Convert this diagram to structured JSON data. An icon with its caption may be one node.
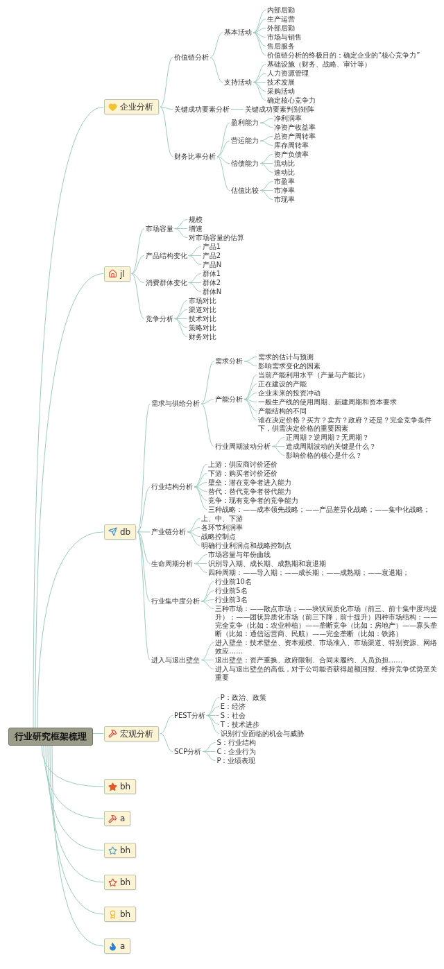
{
  "diagram": {
    "nodes": [
      {
        "text": [
          "行业研究框架梳理"
        ]
      },
      {
        "text": [
          "企业分析"
        ]
      },
      {
        "text": [
          "价值链分析"
        ]
      },
      {
        "text": [
          "基本活动"
        ]
      },
      {
        "text": [
          "内部后勤"
        ]
      },
      {
        "text": [
          "生产运营"
        ]
      },
      {
        "text": [
          "外部后勤"
        ]
      },
      {
        "text": [
          "市场与销售"
        ]
      },
      {
        "text": [
          "售后服务"
        ]
      },
      {
        "text": [
          "价值链分析的终极目的：确定企业的“核心竞争力”"
        ]
      },
      {
        "text": [
          "支持活动"
        ]
      },
      {
        "text": [
          "基础设施（财务、战略、审计等）"
        ]
      },
      {
        "text": [
          "人力资源管理"
        ]
      },
      {
        "text": [
          "技术发展"
        ]
      },
      {
        "text": [
          "采购活动"
        ]
      },
      {
        "text": [
          "确定核心竞争力"
        ]
      },
      {
        "text": [
          "关键成功要素分析"
        ]
      },
      {
        "text": [
          "关键成功要素判别矩阵"
        ]
      },
      {
        "text": [
          "财务比率分析"
        ]
      },
      {
        "text": [
          "盈利能力"
        ]
      },
      {
        "text": [
          "净利润率"
        ]
      },
      {
        "text": [
          "净资产收益率"
        ]
      },
      {
        "text": [
          "营运能力"
        ]
      },
      {
        "text": [
          "总资产周转率"
        ]
      },
      {
        "text": [
          "库存周转率"
        ]
      },
      {
        "text": [
          "偿债能力"
        ]
      },
      {
        "text": [
          "资产负债率"
        ]
      },
      {
        "text": [
          "流动比"
        ]
      },
      {
        "text": [
          "速动比"
        ]
      },
      {
        "text": [
          "估值比较"
        ]
      },
      {
        "text": [
          "市盈率"
        ]
      },
      {
        "text": [
          "市净率"
        ]
      },
      {
        "text": [
          "市现率"
        ]
      },
      {
        "text": [
          "jl"
        ]
      },
      {
        "text": [
          "市场容量"
        ]
      },
      {
        "text": [
          "规模"
        ]
      },
      {
        "text": [
          "增速"
        ]
      },
      {
        "text": [
          "对市场容量的估算"
        ]
      },
      {
        "text": [
          "产品结构变化"
        ]
      },
      {
        "text": [
          "产品1"
        ]
      },
      {
        "text": [
          "产品2"
        ]
      },
      {
        "text": [
          "产品N"
        ]
      },
      {
        "text": [
          "消费群体变化"
        ]
      },
      {
        "text": [
          "群体1"
        ]
      },
      {
        "text": [
          "群体2"
        ]
      },
      {
        "text": [
          "群体N"
        ]
      },
      {
        "text": [
          "竞争分析"
        ]
      },
      {
        "text": [
          "市场对比"
        ]
      },
      {
        "text": [
          "渠道对比"
        ]
      },
      {
        "text": [
          "技术对比"
        ]
      },
      {
        "text": [
          "策略对比"
        ]
      },
      {
        "text": [
          "财务对比"
        ]
      },
      {
        "text": [
          "db"
        ]
      },
      {
        "text": [
          "需求与供给分析"
        ]
      },
      {
        "text": [
          "需求分析"
        ]
      },
      {
        "text": [
          "需求的估计与预测"
        ]
      },
      {
        "text": [
          "影响需求变化的因素"
        ]
      },
      {
        "text": [
          "产能分析"
        ]
      },
      {
        "text": [
          "当前产能利用水平（产量与产能比）"
        ]
      },
      {
        "text": [
          "正在建设的产能"
        ]
      },
      {
        "text": [
          "企业未来的投资冲动"
        ]
      },
      {
        "text": [
          "一般生产线的使用周期、新建周期和资本要求"
        ]
      },
      {
        "text": [
          "产能结构的不同"
        ]
      },
      {
        "text": [
          "谁在决定价格？买方？卖方？政府？还是？完全竞争条件下，供需决定价格的重要因素"
        ]
      },
      {
        "text": [
          "行业周期波动分析"
        ]
      },
      {
        "text": [
          "正周期？逆周期？无周期？"
        ]
      },
      {
        "text": [
          "造成周期波动的关键是什么？"
        ]
      },
      {
        "text": [
          "影响价格的核心是什么？"
        ]
      },
      {
        "text": [
          "行业结构分析"
        ]
      },
      {
        "text": [
          "上游：供应商讨价还价"
        ]
      },
      {
        "text": [
          "下游：购买者讨价还价"
        ]
      },
      {
        "text": [
          "壁垒：潜在竞争者进入能力"
        ]
      },
      {
        "text": [
          "替代：替代竞争者替代能力"
        ]
      },
      {
        "text": [
          "竞争：现有竞争者的竞争能力"
        ]
      },
      {
        "text": [
          "三种战略：——成本领先战略；——产品差异化战略；——集中化战略；"
        ]
      },
      {
        "text": [
          "产业链分析"
        ]
      },
      {
        "text": [
          "上、中、下游"
        ]
      },
      {
        "text": [
          "各环节利润率"
        ]
      },
      {
        "text": [
          "战略控制点"
        ]
      },
      {
        "text": [
          "明确行业利润点和战略控制点"
        ]
      },
      {
        "text": [
          "生命周期分析"
        ]
      },
      {
        "text": [
          "市场容量与年份曲线"
        ]
      },
      {
        "text": [
          "识别导入期、成长期、成熟期和衰退期"
        ]
      },
      {
        "text": [
          "四种周期：——导入期；——成长期；——成熟期；——衰退期；"
        ]
      },
      {
        "text": [
          "行业集中度分析"
        ]
      },
      {
        "text": [
          "行业前10名"
        ]
      },
      {
        "text": [
          "行业前5名"
        ]
      },
      {
        "text": [
          "行业前3名"
        ]
      },
      {
        "text": [
          "三种市场：——散点市场；——块状同质化市场（前三、前十集中度均提升）；——团状异质化市场（前三下降，前十提升）四种市场结构：——完全竞争（比如：农业种植）——垄断竞争（比如：房地产）——寡头垄断（比如：通信运营商、民航）——完全垄断（比如：铁路）"
        ]
      },
      {
        "text": [
          "进入与退出壁垒"
        ]
      },
      {
        "text": [
          "进入壁垒：技术壁垒、资本规模、市场准入、市场渠道、特别资源、网络效应……"
        ]
      },
      {
        "text": [
          "退出壁垒：资产重换、政府限制、合同未履约、人员负担……"
        ]
      },
      {
        "text": [
          "进入与退出壁垒的高低，对于公司能否获得超额回报、维持竞争优势至关重要"
        ]
      },
      {
        "text": [
          "宏观分析"
        ]
      },
      {
        "text": [
          "PEST分析"
        ]
      },
      {
        "text": [
          "P：政治、政策"
        ]
      },
      {
        "text": [
          "E：经济"
        ]
      },
      {
        "text": [
          "S：社会"
        ]
      },
      {
        "text": [
          "T：技术进步"
        ]
      },
      {
        "text": [
          "识别行业面临的机会与威胁"
        ]
      },
      {
        "text": [
          "SCP分析"
        ]
      },
      {
        "text": [
          "S：行业结构"
        ]
      },
      {
        "text": [
          "C：企业行为"
        ]
      },
      {
        "text": [
          "P：业绩表现"
        ]
      },
      {
        "text": [
          "bh"
        ]
      },
      {
        "text": [
          "a"
        ]
      },
      {
        "text": [
          "bh"
        ]
      },
      {
        "text": [
          "bh"
        ]
      },
      {
        "text": [
          "bh"
        ]
      },
      {
        "text": [
          "a"
        ]
      }
    ],
    "edges": [
      {
        "from": 0,
        "to": 1,
        "arrow": "none"
      },
      {
        "from": 1,
        "to": 2,
        "arrow": "none"
      },
      {
        "from": 2,
        "to": 3,
        "arrow": "none"
      },
      {
        "from": 3,
        "to": 4,
        "arrow": "none"
      },
      {
        "from": 3,
        "to": 5,
        "arrow": "none"
      },
      {
        "from": 3,
        "to": 6,
        "arrow": "none"
      },
      {
        "from": 3,
        "to": 7,
        "arrow": "none"
      },
      {
        "from": 3,
        "to": 8,
        "arrow": "none"
      },
      {
        "from": 3,
        "to": 9,
        "arrow": "none"
      },
      {
        "from": 2,
        "to": 10,
        "arrow": "none"
      },
      {
        "from": 10,
        "to": 11,
        "arrow": "none"
      },
      {
        "from": 10,
        "to": 12,
        "arrow": "none"
      },
      {
        "from": 10,
        "to": 13,
        "arrow": "none"
      },
      {
        "from": 10,
        "to": 14,
        "arrow": "none"
      },
      {
        "from": 10,
        "to": 15,
        "arrow": "none"
      },
      {
        "from": 1,
        "to": 16,
        "arrow": "none"
      },
      {
        "from": 16,
        "to": 17,
        "arrow": "none"
      },
      {
        "from": 1,
        "to": 18,
        "arrow": "none"
      },
      {
        "from": 18,
        "to": 19,
        "arrow": "none"
      },
      {
        "from": 19,
        "to": 20,
        "arrow": "none"
      },
      {
        "from": 19,
        "to": 21,
        "arrow": "none"
      },
      {
        "from": 18,
        "to": 22,
        "arrow": "none"
      },
      {
        "from": 22,
        "to": 23,
        "arrow": "none"
      },
      {
        "from": 22,
        "to": 24,
        "arrow": "none"
      },
      {
        "from": 18,
        "to": 25,
        "arrow": "none"
      },
      {
        "from": 25,
        "to": 26,
        "arrow": "none"
      },
      {
        "from": 25,
        "to": 27,
        "arrow": "none"
      },
      {
        "from": 25,
        "to": 28,
        "arrow": "none"
      },
      {
        "from": 18,
        "to": 29,
        "arrow": "none"
      },
      {
        "from": 29,
        "to": 30,
        "arrow": "none"
      },
      {
        "from": 29,
        "to": 31,
        "arrow": "none"
      },
      {
        "from": 29,
        "to": 32,
        "arrow": "none"
      },
      {
        "from": 0,
        "to": 33,
        "arrow": "none"
      },
      {
        "from": 33,
        "to": 34,
        "arrow": "none"
      },
      {
        "from": 34,
        "to": 35,
        "arrow": "none"
      },
      {
        "from": 34,
        "to": 36,
        "arrow": "none"
      },
      {
        "from": 34,
        "to": 37,
        "arrow": "none"
      },
      {
        "from": 33,
        "to": 38,
        "arrow": "none"
      },
      {
        "from": 38,
        "to": 39,
        "arrow": "none"
      },
      {
        "from": 38,
        "to": 40,
        "arrow": "none"
      },
      {
        "from": 38,
        "to": 41,
        "arrow": "none"
      },
      {
        "from": 33,
        "to": 42,
        "arrow": "none"
      },
      {
        "from": 42,
        "to": 43,
        "arrow": "none"
      },
      {
        "from": 42,
        "to": 44,
        "arrow": "none"
      },
      {
        "from": 42,
        "to": 45,
        "arrow": "none"
      },
      {
        "from": 33,
        "to": 46,
        "arrow": "none"
      },
      {
        "from": 46,
        "to": 47,
        "arrow": "none"
      },
      {
        "from": 46,
        "to": 48,
        "arrow": "none"
      },
      {
        "from": 46,
        "to": 49,
        "arrow": "none"
      },
      {
        "from": 46,
        "to": 50,
        "arrow": "none"
      },
      {
        "from": 46,
        "to": 51,
        "arrow": "none"
      },
      {
        "from": 0,
        "to": 52,
        "arrow": "none"
      },
      {
        "from": 52,
        "to": 53,
        "arrow": "none"
      },
      {
        "from": 53,
        "to": 54,
        "arrow": "none"
      },
      {
        "from": 54,
        "to": 55,
        "arrow": "none"
      },
      {
        "from": 54,
        "to": 56,
        "arrow": "none"
      },
      {
        "from": 53,
        "to": 57,
        "arrow": "none"
      },
      {
        "from": 57,
        "to": 58,
        "arrow": "none"
      },
      {
        "from": 57,
        "to": 59,
        "arrow": "none"
      },
      {
        "from": 57,
        "to": 60,
        "arrow": "none"
      },
      {
        "from": 57,
        "to": 61,
        "arrow": "none"
      },
      {
        "from": 57,
        "to": 62,
        "arrow": "none"
      },
      {
        "from": 57,
        "to": 63,
        "arrow": "none"
      },
      {
        "from": 53,
        "to": 64,
        "arrow": "none"
      },
      {
        "from": 64,
        "to": 65,
        "arrow": "none"
      },
      {
        "from": 64,
        "to": 66,
        "arrow": "none"
      },
      {
        "from": 64,
        "to": 67,
        "arrow": "none"
      },
      {
        "from": 52,
        "to": 68,
        "arrow": "none"
      },
      {
        "from": 68,
        "to": 69,
        "arrow": "none"
      },
      {
        "from": 68,
        "to": 70,
        "arrow": "none"
      },
      {
        "from": 68,
        "to": 71,
        "arrow": "none"
      },
      {
        "from": 68,
        "to": 72,
        "arrow": "none"
      },
      {
        "from": 68,
        "to": 73,
        "arrow": "none"
      },
      {
        "from": 68,
        "to": 74,
        "arrow": "none"
      },
      {
        "from": 52,
        "to": 75,
        "arrow": "none"
      },
      {
        "from": 75,
        "to": 76,
        "arrow": "none"
      },
      {
        "from": 75,
        "to": 77,
        "arrow": "none"
      },
      {
        "from": 75,
        "to": 78,
        "arrow": "none"
      },
      {
        "from": 75,
        "to": 79,
        "arrow": "none"
      },
      {
        "from": 52,
        "to": 80,
        "arrow": "none"
      },
      {
        "from": 80,
        "to": 81,
        "arrow": "none"
      },
      {
        "from": 80,
        "to": 82,
        "arrow": "none"
      },
      {
        "from": 80,
        "to": 83,
        "arrow": "none"
      },
      {
        "from": 52,
        "to": 84,
        "arrow": "none"
      },
      {
        "from": 84,
        "to": 85,
        "arrow": "none"
      },
      {
        "from": 84,
        "to": 86,
        "arrow": "none"
      },
      {
        "from": 84,
        "to": 87,
        "arrow": "none"
      },
      {
        "from": 84,
        "to": 88,
        "arrow": "none"
      },
      {
        "from": 52,
        "to": 89,
        "arrow": "none"
      },
      {
        "from": 89,
        "to": 90,
        "arrow": "none"
      },
      {
        "from": 89,
        "to": 91,
        "arrow": "none"
      },
      {
        "from": 89,
        "to": 92,
        "arrow": "none"
      },
      {
        "from": 0,
        "to": 93,
        "arrow": "none"
      },
      {
        "from": 93,
        "to": 94,
        "arrow": "none"
      },
      {
        "from": 94,
        "to": 95,
        "arrow": "none"
      },
      {
        "from": 94,
        "to": 96,
        "arrow": "none"
      },
      {
        "from": 94,
        "to": 97,
        "arrow": "none"
      },
      {
        "from": 94,
        "to": 98,
        "arrow": "none"
      },
      {
        "from": 94,
        "to": 99,
        "arrow": "none"
      },
      {
        "from": 93,
        "to": 100,
        "arrow": "none"
      },
      {
        "from": 100,
        "to": 101,
        "arrow": "none"
      },
      {
        "from": 100,
        "to": 102,
        "arrow": "none"
      },
      {
        "from": 100,
        "to": 103,
        "arrow": "none"
      },
      {
        "from": 0,
        "to": 104,
        "arrow": "none"
      },
      {
        "from": 0,
        "to": 105,
        "arrow": "none"
      },
      {
        "from": 0,
        "to": 106,
        "arrow": "none"
      },
      {
        "from": 0,
        "to": 107,
        "arrow": "none"
      },
      {
        "from": 0,
        "to": 108,
        "arrow": "none"
      },
      {
        "from": 0,
        "to": 109,
        "arrow": "none"
      }
    ]
  }
}
